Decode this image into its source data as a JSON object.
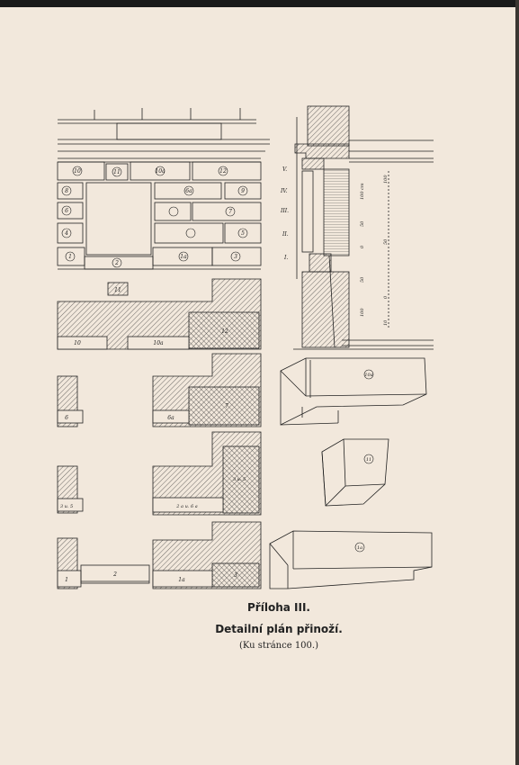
{
  "caption": {
    "appendix": "Příloha III.",
    "title": "Detailní plán přinoží.",
    "reference": "(Ku stránce 100.)"
  },
  "elevation": {
    "stones": {
      "s10": "10",
      "s11": "11",
      "s10a": "10a",
      "s12": "12",
      "s8": "8",
      "s6a": "6a",
      "s9": "9",
      "s6": "6",
      "s7": "7",
      "s4": "4",
      "s5": "5",
      "s1": "1",
      "s2": "2",
      "s1a": "1a",
      "s3": "3"
    }
  },
  "plans": {
    "p11": "11",
    "p10": "10",
    "p10a": "10a",
    "p12": "12",
    "p6": "6",
    "p6a": "6a",
    "p7": "7",
    "p3u5": "3 u. 5",
    "p3u5b": "3 u. 5",
    "p2u4": "2 a u. 6 a",
    "p1": "1",
    "p2": "2",
    "p1a": "1a",
    "p3": "3"
  },
  "section": {
    "levels": [
      "V.",
      "IV.",
      "III.",
      "II.",
      "I."
    ],
    "scale_left": [
      "100 cm",
      "50",
      "0",
      "50",
      "100"
    ],
    "scale_right": [
      "100",
      "50",
      "0",
      "10"
    ]
  },
  "iso": {
    "i10a": "10a",
    "i11": "11",
    "i1a": "1a"
  }
}
